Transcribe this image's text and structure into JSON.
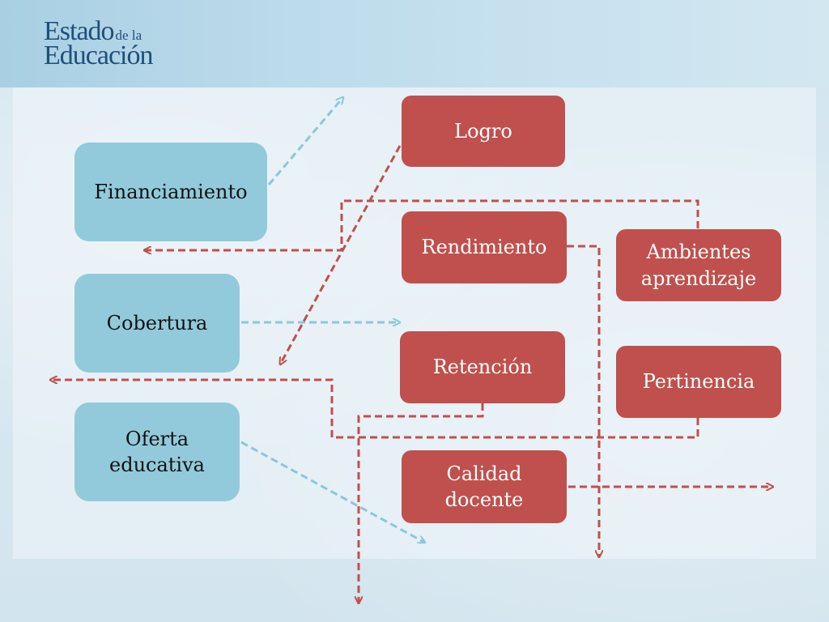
{
  "logo": {
    "line1_main": "Estado",
    "line1_small": "de la",
    "line2": "Educación"
  },
  "blue_boxes": {
    "financiamiento": "Financiamiento",
    "cobertura": "Cobertura",
    "oferta": "Oferta\neducativa"
  },
  "red_boxes": {
    "logro": "Logro",
    "rendimiento": "Rendimiento",
    "retencion": "Retención",
    "calidad": "Calidad\ndocente",
    "ambientes": "Ambientes\naprendizaje",
    "pertinencia": "Pertinencia"
  },
  "colors": {
    "blue_box": "#92cadb",
    "red_box": "#c0504d",
    "blue_arrow": "#8cc6dc",
    "red_arrow": "#c0504d"
  }
}
